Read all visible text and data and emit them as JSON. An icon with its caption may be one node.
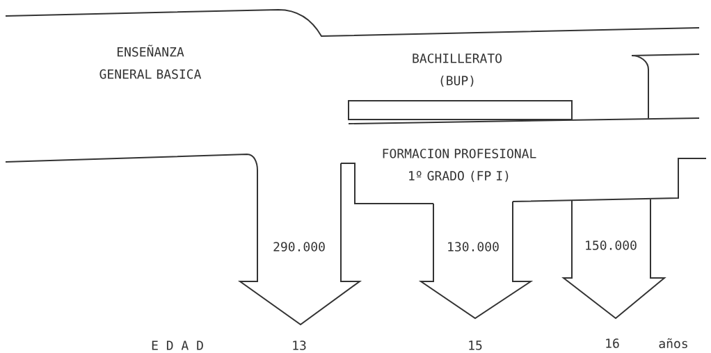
{
  "diagram": {
    "nodes": [
      {
        "text": [
          "ENSEÑANZA GENERAL BASICA"
        ]
      },
      {
        "text": [
          "BACHILLERATO (BUP)"
        ]
      },
      {
        "text": [
          "FORMACION PROFESIONAL 1º GRADO (FP I)"
        ]
      }
    ],
    "labels": [
      "290.000",
      "130.000",
      "150.000",
      "E D A D",
      "13",
      "15",
      "16",
      "años"
    ]
  }
}
